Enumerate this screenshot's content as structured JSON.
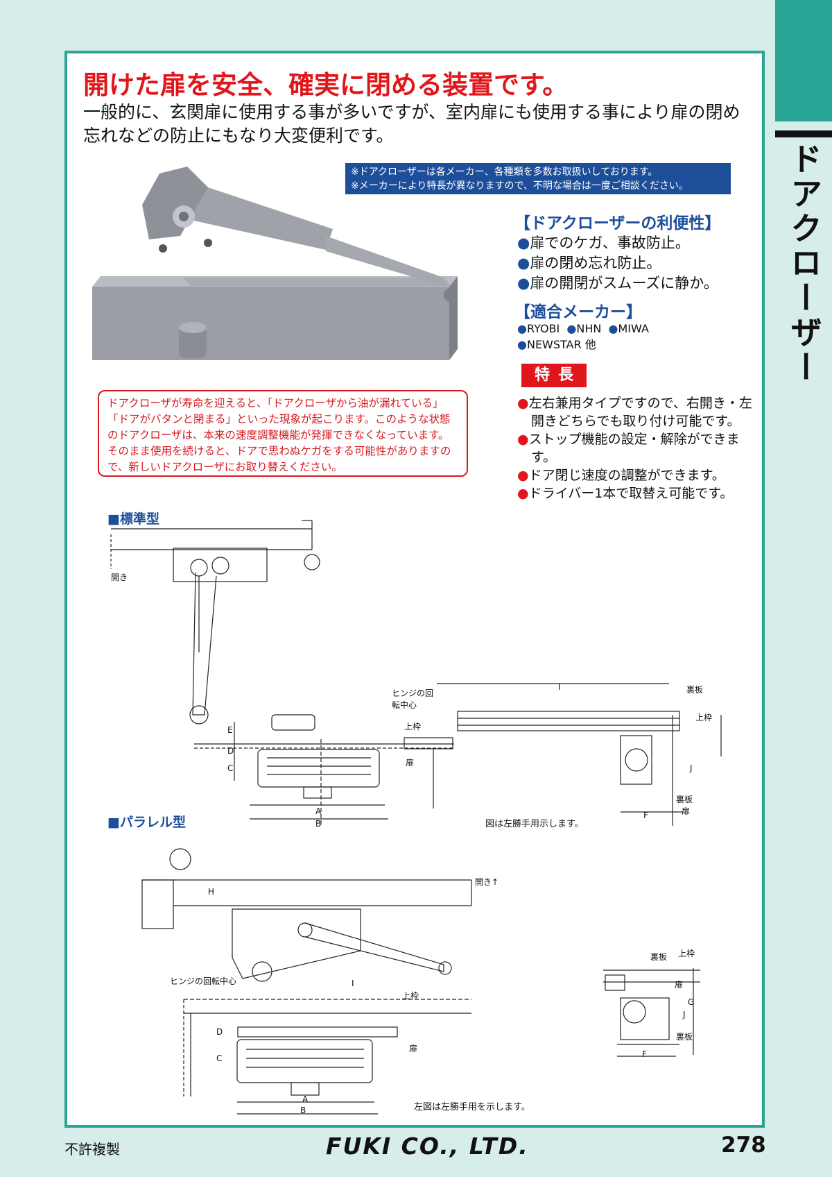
{
  "side_title": "ドアクローザー",
  "headline": "開けた扉を安全、確実に閉める装置です。",
  "intro": "一般的に、玄関扉に使用する事が多いですが、室内扉にも使用する事により扉の閉め忘れなどの防止にもなり大変便利です。",
  "notice": {
    "line1": "※ドアクローザーは各メーカー、各種類を多数お取扱いしております。",
    "line2": "※メーカーにより特長が異なりますので、不明な場合は一度ご相談ください。"
  },
  "benefits": {
    "heading": "【ドアクローザーの利便性】",
    "items": [
      "扉でのケガ、事故防止。",
      "扉の閉め忘れ防止。",
      "扉の開閉がスムーズに静か。"
    ]
  },
  "makers": {
    "heading": "【適合メーカー】",
    "items": [
      "RYOBI",
      "NHN",
      "MIWA",
      "NEWSTAR 他"
    ]
  },
  "features": {
    "badge": "特長",
    "items": [
      "左右兼用タイプですので、右開き・左開きどちらでも取り付け可能です。",
      "ストップ機能の設定・解除ができます。",
      "ドア閉じ速度の調整ができます。",
      "ドライバー1本で取替え可能です。"
    ]
  },
  "warning": "ドアクローザが寿命を迎えると、「ドアクローザから油が漏れている」「ドアがバタンと閉まる」といった現象が起こります。このような状態のドアクローザは、本来の速度調整機能が発揮できなくなっています。そのまま使用を続けると、ドアで思わぬケガをする可能性がありますので、新しいドアクローザにお取り替えください。",
  "diagrams": {
    "standard": {
      "title": "標準型",
      "labels": {
        "open": "開き",
        "hinge_center": "ヒンジの回転中心",
        "upper_frame": "上枠",
        "door": "扉",
        "back_plate": "裏板",
        "e": "E",
        "d": "D",
        "c": "C",
        "a": "A",
        "b": "B",
        "i": "I",
        "j": "J",
        "f": "F"
      },
      "caption": "図は左勝手用示します。"
    },
    "parallel": {
      "title": "パラレル型",
      "labels": {
        "open": "開き↑",
        "hinge_center": "ヒンジの回転中心",
        "upper_frame": "上枠",
        "door": "扉",
        "back_plate": "裏板",
        "h": "H",
        "i": "I",
        "d": "D",
        "c": "C",
        "a": "A",
        "b": "B",
        "g": "G",
        "j": "J",
        "f": "F"
      },
      "caption": "左図は左勝手用を示します。"
    }
  },
  "footer": {
    "left": "不許複製",
    "center": "FUKI CO., LTD.",
    "right": "278"
  }
}
